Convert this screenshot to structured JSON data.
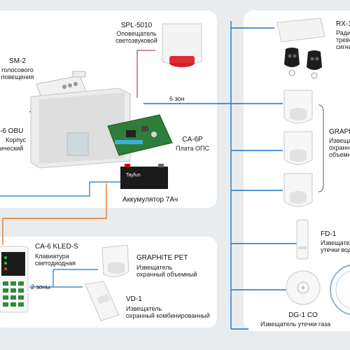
{
  "siren": {
    "model": "SPL-5010",
    "desc": "Оповещатель\nсветозвуковой"
  },
  "voice": {
    "model": "SM-2",
    "desc": "голосового\nповещения"
  },
  "enclosure": {
    "model": "-6 OBU",
    "line2": "Корпус",
    "line3": "ический"
  },
  "board": {
    "model": "CA-6P",
    "desc": "Плата ОПС"
  },
  "battery": {
    "label": "Аккумулятор 7Ач",
    "brand": "Tayfun"
  },
  "zones6": "6 зон",
  "zones2": "2 зоны",
  "keypad": {
    "model": "CA-6 KLED-S",
    "desc": "Клавиатура\nсветодиодная"
  },
  "graphite_pet": {
    "model": "GRAPHITE PET",
    "desc": "Извещатель\nохранный объемный"
  },
  "vd1": {
    "model": "VD-1",
    "desc": "Извещатель\nохранный комбинированный"
  },
  "rx": {
    "model": "RX-1",
    "desc": "Ради\nтрево\nсигна"
  },
  "graphite": {
    "model": "GRAPHI",
    "desc": "Извеща\nохранн\nобъемн"
  },
  "fd1": {
    "model": "FD-1",
    "desc": "Извещатель\nутечки вод"
  },
  "dg1": {
    "model": "DG-1 CO",
    "desc": "Извещатель утечки газа"
  },
  "colors": {
    "wire_blue": "#1a73c2",
    "wire_orange": "#e27a2a",
    "wire_red": "#b01a2e",
    "panel": "#ffffff",
    "background": "#e9ecee"
  }
}
